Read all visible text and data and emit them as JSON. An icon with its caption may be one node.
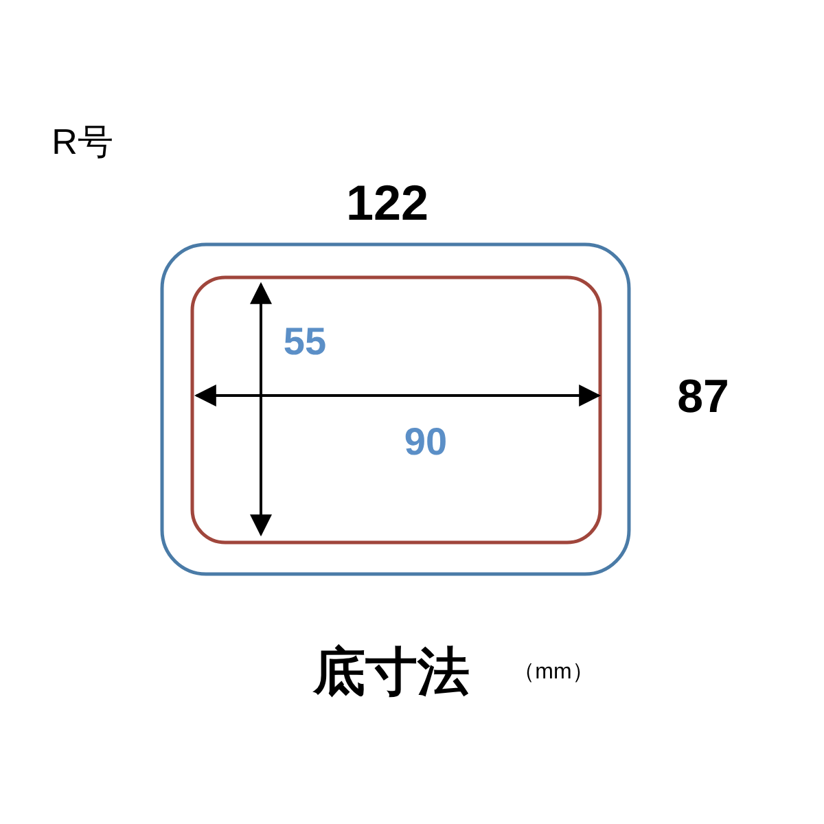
{
  "diagram": {
    "labels": [
      "R号",
      "122",
      "55",
      "87",
      "90",
      "底寸法",
      "（mm）"
    ]
  }
}
